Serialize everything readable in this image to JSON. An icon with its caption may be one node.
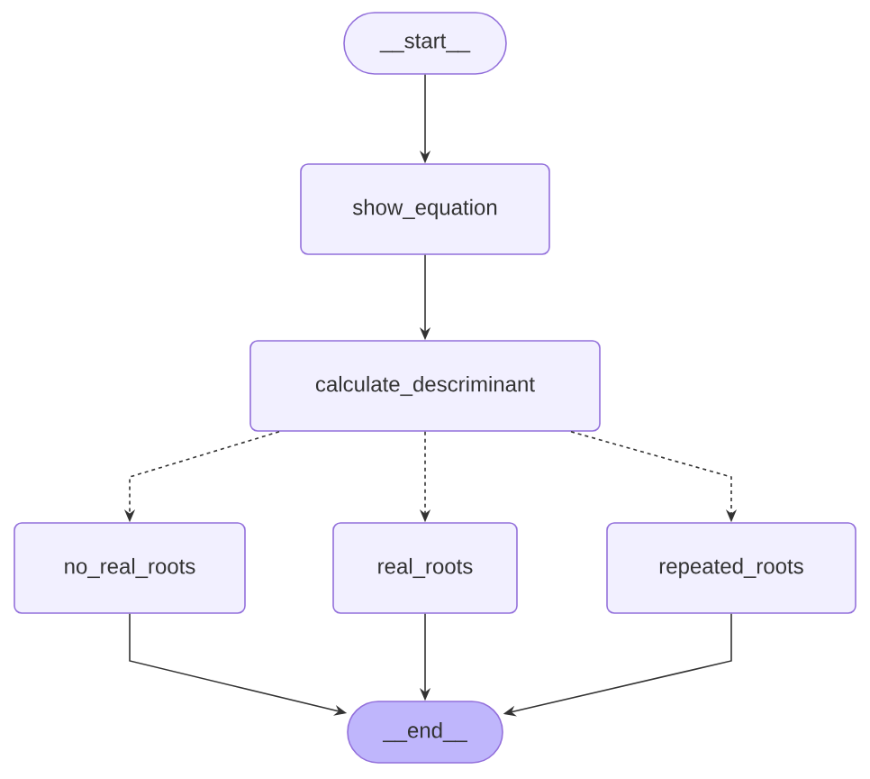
{
  "diagram": {
    "nodes": [
      {
        "text": [
          "__start__"
        ]
      },
      {
        "text": [
          "show_equation"
        ]
      },
      {
        "text": [
          "calculate_descriminant"
        ]
      },
      {
        "text": [
          "no_real_roots"
        ]
      },
      {
        "text": [
          "real_roots"
        ]
      },
      {
        "text": [
          "repeated_roots"
        ]
      },
      {
        "text": [
          "__end__"
        ]
      }
    ],
    "edges": [
      {
        "from": 0,
        "to": 1,
        "arrow": "to"
      },
      {
        "from": 1,
        "to": 2,
        "arrow": "to"
      },
      {
        "from": 2,
        "to": 3,
        "arrow": "to",
        "style": "dashed"
      },
      {
        "from": 2,
        "to": 4,
        "arrow": "to",
        "style": "dashed"
      },
      {
        "from": 2,
        "to": 5,
        "arrow": "to",
        "style": "dashed"
      },
      {
        "from": 3,
        "to": 6,
        "arrow": "to"
      },
      {
        "from": 4,
        "to": 6,
        "arrow": "to"
      },
      {
        "from": 5,
        "to": 6,
        "arrow": "to"
      }
    ]
  }
}
